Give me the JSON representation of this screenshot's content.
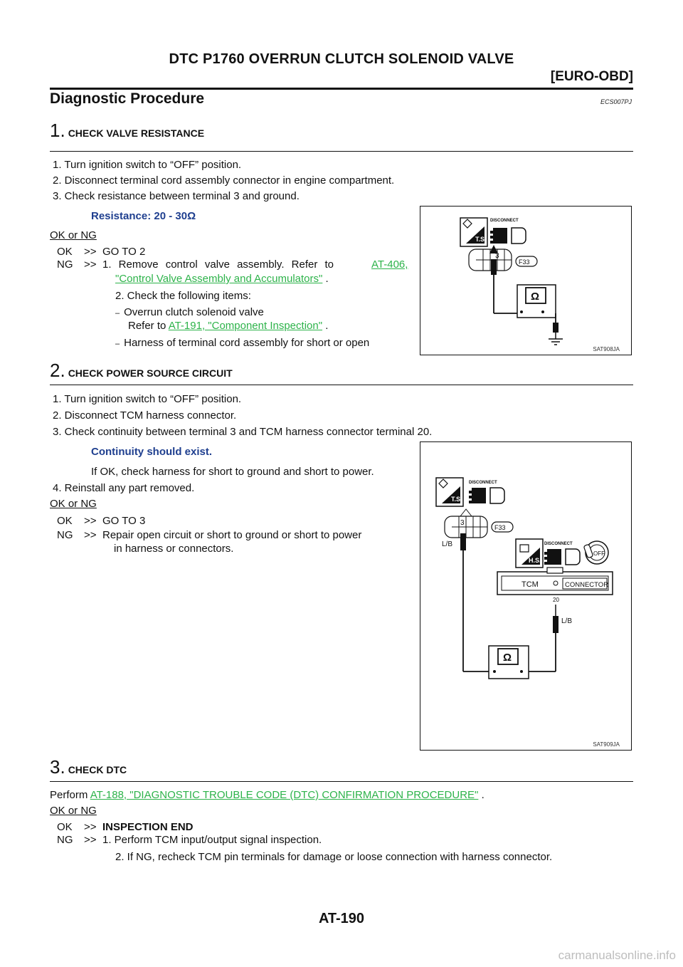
{
  "header": {
    "title": "DTC P1760 OVERRUN CLUTCH SOLENOID VALVE",
    "section": "[EURO-OBD]"
  },
  "heading": "Diagnostic Procedure",
  "doc_code": "ECS007PJ",
  "step1": {
    "num": "1.",
    "title": "CHECK VALVE RESISTANCE",
    "items": [
      "1.   Turn ignition switch to “OFF” position.",
      "2.   Disconnect terminal cord assembly connector in engine compartment.",
      "3.   Check resistance between terminal 3 and ground."
    ],
    "spec": "Resistance: 20 - 30Ω",
    "okng": "OK or NG",
    "ok_label": "OK",
    "ok_text": "GO TO 2",
    "ng_label": "NG",
    "ng_prefix": "1. Remove control valve assembly. Refer to",
    "ng_link1": "AT-406,",
    "ng_link2": "\"Control Valve Assembly and Accumulators\"",
    "ng_item2": "2. Check the following items:",
    "sub1_line1": "Overrun clutch solenoid valve",
    "sub1_refer": "Refer to",
    "sub1_link": "AT-191, \"Component Inspection\"",
    "sub2": "Harness of terminal cord assembly for short or open",
    "arrow": ">>",
    "dash": "–",
    "period": "."
  },
  "figure1": {
    "code": "SAT908JA",
    "disconnect": "DISCONNECT",
    "ts": "T.S.",
    "terminal": "3",
    "connector": "F33",
    "ohm": "Ω"
  },
  "step2": {
    "num": "2.",
    "title": "CHECK POWER SOURCE CIRCUIT",
    "items": [
      "1.   Turn ignition switch to “OFF” position.",
      "2.   Disconnect TCM harness connector.",
      "3.   Check continuity between terminal 3 and TCM harness connector terminal 20."
    ],
    "spec": "Continuity should exist.",
    "note": "If OK, check harness for short to ground and short to power.",
    "item4": "4.   Reinstall any part removed.",
    "okng": "OK or NG",
    "ok_label": "OK",
    "ok_text": "GO TO 3",
    "ng_label": "NG",
    "ng_line1": "Repair open circuit or short to ground or short to power",
    "ng_line2": "in harness or connectors.",
    "arrow": ">>"
  },
  "figure2": {
    "code": "SAT909JA",
    "disconnect1": "DISCONNECT",
    "ts": "T.S.",
    "terminal": "3",
    "connector": "F33",
    "wire1": "L/B",
    "disconnect2": "DISCONNECT",
    "hs": "H.S.",
    "off": "OFF",
    "tcm": "TCM",
    "tcm_connector": "CONNECTOR",
    "pin": "20",
    "wire2": "L/B",
    "ohm": "Ω"
  },
  "step3": {
    "num": "3.",
    "title": "CHECK DTC",
    "perform": "Perform",
    "link": "AT-188, \"DIAGNOSTIC TROUBLE CODE (DTC) CONFIRMATION PROCEDURE\"",
    "period": ".",
    "okng": "OK or NG",
    "ok_label": "OK",
    "ok_text": "INSPECTION END",
    "ng_label": "NG",
    "ng_item1": "1. Perform TCM input/output signal inspection.",
    "ng_item2": "2. If NG, recheck TCM pin terminals for damage or loose connection with harness connector.",
    "arrow": ">>"
  },
  "footer": {
    "page": "AT-190",
    "watermark": "carmanualsonline.info"
  }
}
